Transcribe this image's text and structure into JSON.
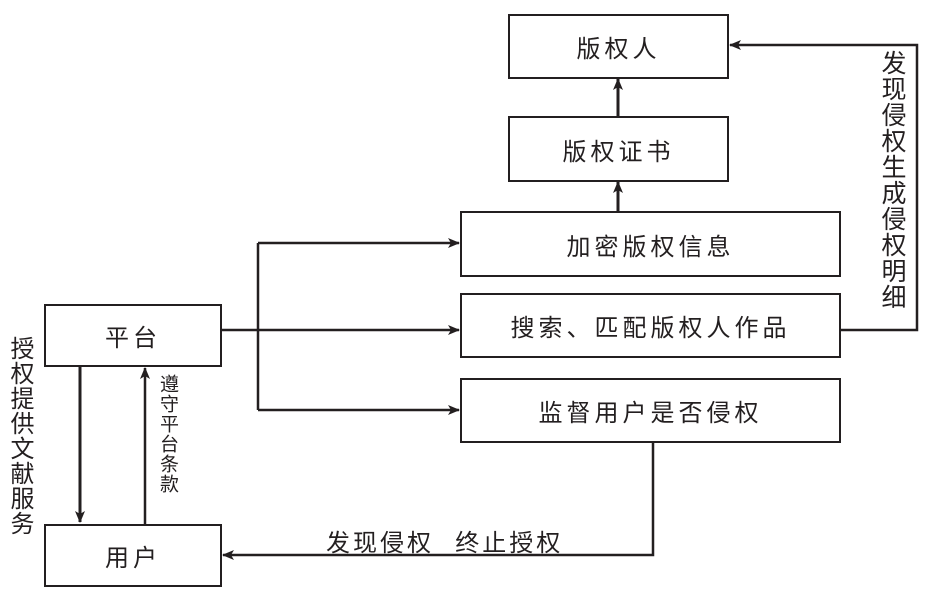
{
  "nodes": {
    "copyright_holder": "版权人",
    "copyright_certificate": "版权证书",
    "encrypt_info": "加密版权信息",
    "search_match": "搜索、匹配版权人作品",
    "supervise_users": "监督用户是否侵权",
    "platform": "平台",
    "user": "用户"
  },
  "edges": {
    "infringement_detail": "发现侵权生成侵权明细",
    "authorize_service": "授权提供文献服务",
    "comply_terms": "遵守平台条款",
    "terminate": "发现侵权  终止授权"
  },
  "colors": {
    "stroke": "#231f20",
    "background": "#ffffff"
  }
}
